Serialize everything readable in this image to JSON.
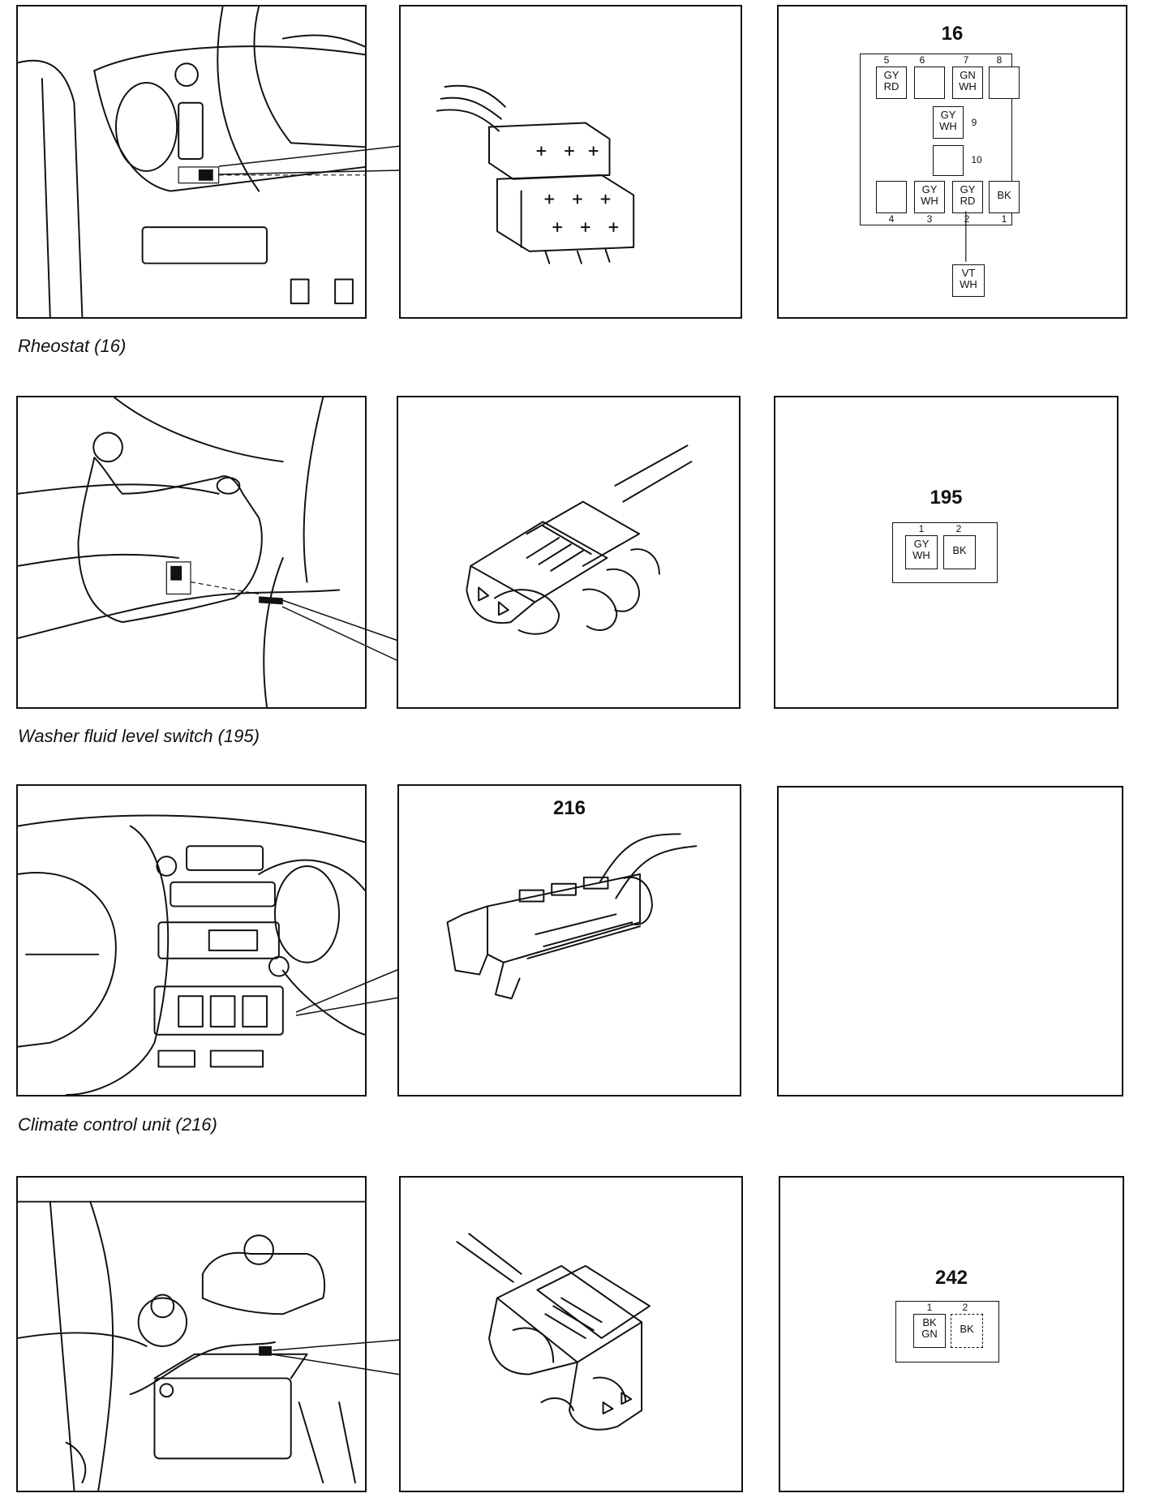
{
  "captions": {
    "rheostat": "Rheostat (16)",
    "washer": "Washer fluid level switch (195)",
    "climate": "Climate control unit (216)"
  },
  "component_numbers": {
    "rheostat": "16",
    "washer": "195",
    "climate": "216",
    "row4": "242"
  },
  "rheostat_pinout": {
    "top_pins": [
      "5",
      "6",
      "7",
      "8"
    ],
    "bottom_pins": [
      "4",
      "3",
      "2",
      "1"
    ],
    "side_pins": [
      "9",
      "10"
    ],
    "cavities": {
      "p5": [
        "GY",
        "RD"
      ],
      "p7": [
        "GN",
        "WH"
      ],
      "p9": [
        "GY",
        "WH"
      ],
      "p3": [
        "GY",
        "WH"
      ],
      "p2": [
        "GY",
        "RD"
      ],
      "p1": [
        "BK"
      ]
    },
    "external_wire": [
      "VT",
      "WH"
    ]
  },
  "washer_pinout": {
    "pins": [
      "1",
      "2"
    ],
    "cavities": {
      "p1": [
        "GY",
        "WH"
      ],
      "p2": [
        "BK"
      ]
    }
  },
  "row4_pinout": {
    "pins": [
      "1",
      "2"
    ],
    "cavities": {
      "p1": [
        "BK",
        "GN"
      ],
      "p2": [
        "BK"
      ]
    }
  }
}
